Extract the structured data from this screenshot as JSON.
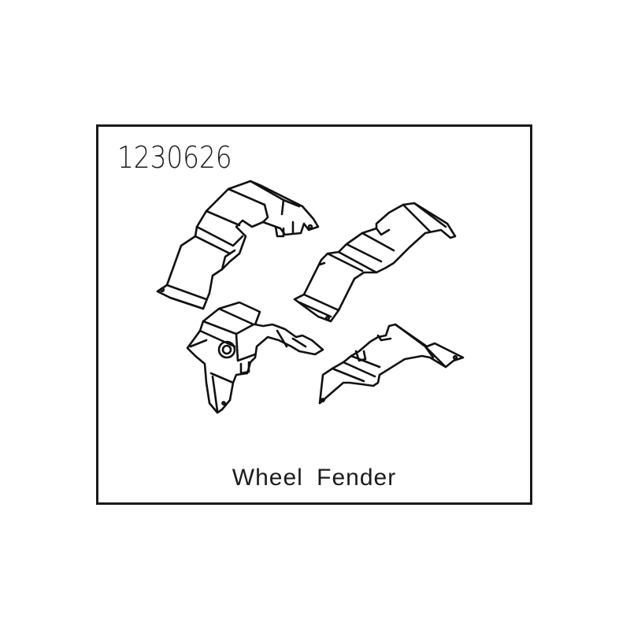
{
  "document": {
    "part_number": "1230626",
    "caption": "Wheel Fender",
    "frame_color": "#1a1a1a",
    "background": "#ffffff"
  },
  "illustration": {
    "parts": [
      {
        "id": "fender-top-left",
        "description": "front left wheel fender"
      },
      {
        "id": "fender-top-right",
        "description": "front right wheel fender"
      },
      {
        "id": "fender-bottom-left",
        "description": "rear left wheel fender with mount"
      },
      {
        "id": "fender-bottom-right",
        "description": "rear right wheel fender with mount"
      }
    ]
  }
}
